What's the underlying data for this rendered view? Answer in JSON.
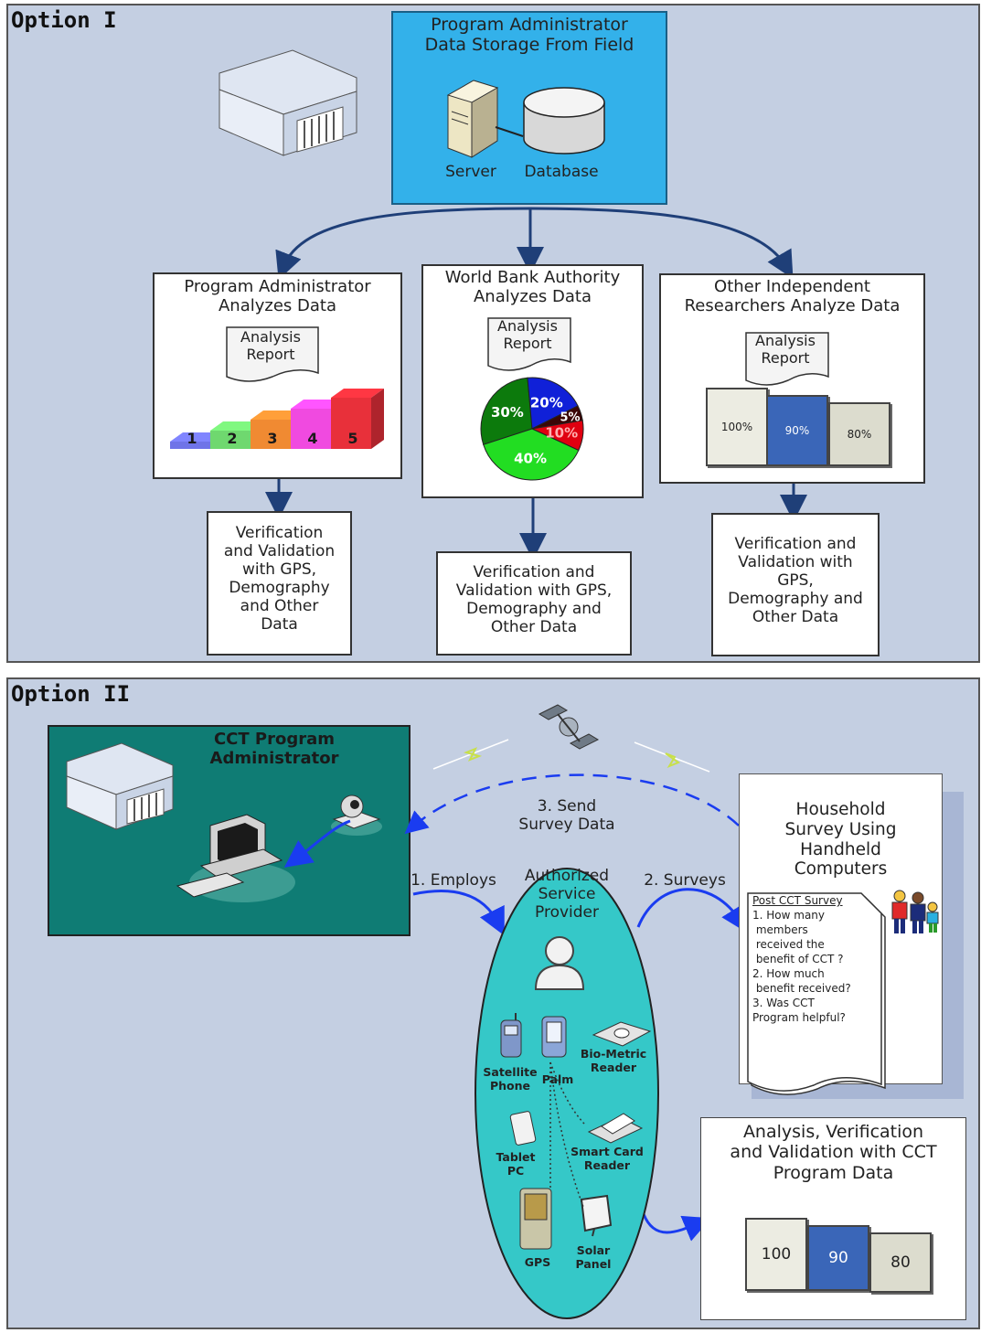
{
  "option1": {
    "title": "Option I",
    "storage": {
      "title": "Program Administrator\nData Storage From Field",
      "server_label": "Server",
      "database_label": "Database"
    },
    "branches": [
      {
        "title": "Program Administrator\nAnalyzes Data",
        "report": "Analysis\nReport",
        "chart": {
          "type": "steps",
          "values": [
            "1",
            "2",
            "3",
            "4",
            "5"
          ],
          "colors": [
            "#6f74e8",
            "#6fd86f",
            "#f08a32",
            "#f04ae0",
            "#e8303a"
          ]
        },
        "verification": "Verification\nand Validation\nwith GPS,\nDemography\nand Other\nData"
      },
      {
        "title": "World Bank Authority\nAnalyzes Data",
        "report": "Analysis\nReport",
        "chart": {
          "type": "pie",
          "slices": [
            {
              "label": "30%",
              "value": 30,
              "color": "#0c7a0c"
            },
            {
              "label": "20%",
              "value": 20,
              "color": "#1020d8"
            },
            {
              "label": "5%",
              "value": 5,
              "color": "#3a0606"
            },
            {
              "label": "10%",
              "value": 10,
              "color": "#e00010"
            },
            {
              "label": "40%",
              "value": 40,
              "color": "#22dd22"
            }
          ]
        },
        "verification": "Verification and\nValidation with GPS,\nDemography and\nOther Data"
      },
      {
        "title": "Other Independent\nResearchers Analyze Data",
        "report": "Analysis\nReport",
        "chart": {
          "type": "bars",
          "values": [
            "100%",
            "90%",
            "80%"
          ],
          "colors": [
            "#ecece2",
            "#3a66b8",
            "#dcdcce"
          ]
        },
        "verification": "Verification and\nValidation with\nGPS,\nDemography and\nOther Data"
      }
    ]
  },
  "option2": {
    "title": "Option II",
    "admin_title": "CCT Program\nAdministrator",
    "send_label": "3. Send\nSurvey Data",
    "employs_label": "1. Employs",
    "surveys_label": "2. Surveys",
    "provider_title": "Authorized\nService\nProvider",
    "devices": {
      "satellite_phone": "Satellite\nPhone",
      "palm": "Palm",
      "biometric": "Bio-Metric\nReader",
      "tablet": "Tablet\nPC",
      "smart_card": "Smart Card\nReader",
      "gps": "GPS",
      "solar": "Solar\nPanel"
    },
    "household_title": "Household\nSurvey Using\nHandheld\nComputers",
    "survey": {
      "title": "Post CCT Survey",
      "q1": "1. How many\n members\n received the\n benefit of CCT ?",
      "q2": "2. How much\n benefit received?",
      "q3": "3. Was CCT\nProgram helpful?"
    },
    "analysis_title": "Analysis, Verification\nand Validation with CCT\nProgram Data",
    "analysis_bars": [
      "100",
      "90",
      "80"
    ],
    "analysis_colors": [
      "#ecece2",
      "#3a66b8",
      "#dcdcce"
    ]
  }
}
